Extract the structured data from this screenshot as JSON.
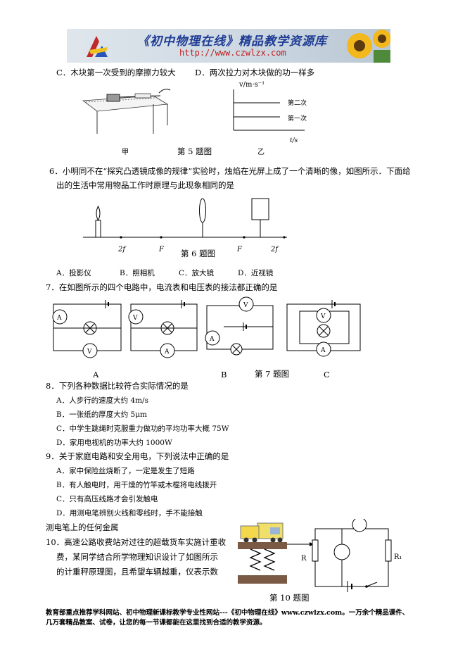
{
  "header": {
    "title": "《初中物理在线》精品教学资源库",
    "url": "http://www.czwlzx.com"
  },
  "q5": {
    "optC": "C．木块第一次受到的摩擦力较大",
    "optD": "D．两次拉力对木块做的功一样多",
    "fig_left": "甲",
    "fig_caption": "第 5 题图",
    "fig_right": "乙",
    "y_axis": "v/m·s⁻¹",
    "x_axis": "t/s",
    "line_upper": "第二次",
    "line_lower": "第一次"
  },
  "q6": {
    "text1": "6．小明同不在“探究凸透镜成像的规律”实验时，烛焰在光屏上成了一个清晰的像，如图所示．下面给",
    "text2": "出的生活中常用物品工作时原理与此现象相同的是",
    "labels": [
      "2f",
      "F",
      "F",
      "2f"
    ],
    "caption": "第 6 题图",
    "options": [
      "A．投影仪",
      "B．照相机",
      "C．放大镜",
      "D．近视镜"
    ]
  },
  "q7": {
    "text": "7．在如图所示的四个电路中，电流表和电压表的接法都正确的是",
    "labels": [
      "A",
      "B",
      "C"
    ],
    "caption": "第 7 题图"
  },
  "q8": {
    "text": "8．下列各种数据比较符合实际情况的是",
    "options": [
      "A．人步行的速度大约 4m/s",
      "B．一张纸的厚度大约 5μm",
      "C．中学生跳绳时克服重力做功的平均功率大概 75W",
      "D．家用电视机的功率大约 1000W"
    ]
  },
  "q9": {
    "text": "9．关于家庭电路和安全用电，下列说法中正确的是",
    "options": [
      "A．家中保险丝烧断了，一定是发生了短路",
      "B．有人触电时，用干燥的竹竿或木棍将电线拨开",
      "C．只有高压线路才会引发触电",
      "D．用测电笔辨别火线和零线时，手不能接触"
    ],
    "continuation": "测电笔上的任何金属"
  },
  "q10": {
    "line1": "10．高速公路收费站对过往的超载货车实施计重收",
    "line2": "费，某同学结合所学物理知识设计了如图所示",
    "line3": "的计重秤原理图，且希望车辆越重，仪表示数",
    "r_label": "R",
    "r1_label": "R₁",
    "caption": "第 10 题图"
  },
  "footer": {
    "line1": "教育部重点推荐学科网站、初中物理新课标教学专业性网站---《初中物理在线》www.czwlzx.com。一万余个精品课件、",
    "line2": "几万套精品教案、试卷，让您的每一节课都能在这里找到合适的教学资源。"
  }
}
